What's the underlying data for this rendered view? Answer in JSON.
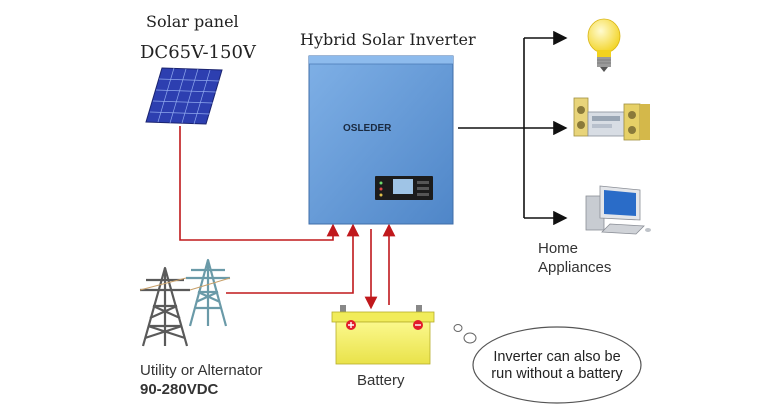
{
  "solar_panel": {
    "title": "Solar panel",
    "voltage": "DC65V-150V"
  },
  "inverter": {
    "title": "Hybrid Solar Inverter",
    "brand": "OSLEDER"
  },
  "home": {
    "line1": "Home",
    "line2": "Appliances"
  },
  "utility": {
    "title": "Utility or Alternator",
    "voltage": "90-280VDC"
  },
  "battery": {
    "label": "Battery"
  },
  "note": {
    "line1": "Inverter can also be",
    "line2": "run without a battery"
  },
  "colors": {
    "wire_red": "#c0181c",
    "arrow_black": "#111111",
    "inverter_blue": "#5f95d4",
    "battery_yellow": "#f7f36a",
    "panel_blue": "#2d3fb0"
  },
  "icons": [
    "solar-panel-icon",
    "power-tower-icon",
    "battery-icon",
    "light-bulb-icon",
    "stereo-icon",
    "computer-icon"
  ]
}
